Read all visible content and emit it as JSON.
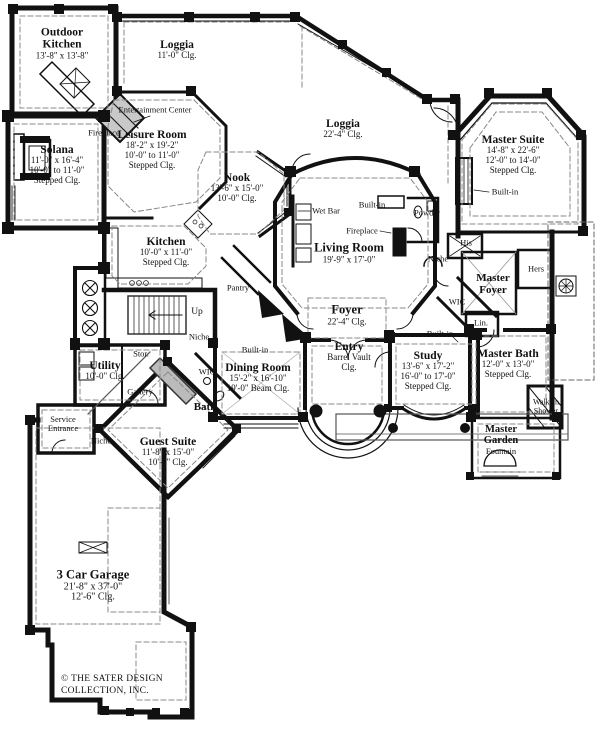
{
  "meta": {
    "ink": "#111111",
    "paper": "#ffffff"
  },
  "rooms": {
    "outdoor_kitchen": {
      "name": "Outdoor Kitchen",
      "dims": "13'-8\" x 13'-8\""
    },
    "loggia_top": {
      "name": "Loggia",
      "clg": "11'-0\" Clg."
    },
    "solana": {
      "name": "Solana",
      "dims": "11'-0\" x 16'-4\"",
      "clg1": "10'-0\" to 11'-0\"",
      "clg2": "Stepped Clg."
    },
    "leisure_room": {
      "name": "Leisure Room",
      "dims": "18'-2\" x 19'-2\"",
      "clg1": "10'-0\" to 11'-0\"",
      "clg2": "Stepped Clg."
    },
    "nook": {
      "name": "Nook",
      "dims": "13'-6\" x 15'-0\"",
      "clg": "10'-0\" Clg."
    },
    "kitchen": {
      "name": "Kitchen",
      "dims": "10'-0\" x 11'-0\"",
      "clg": "Stepped Clg."
    },
    "loggia_main": {
      "name": "Loggia",
      "clg": "22'-4\" Clg."
    },
    "master_suite": {
      "name": "Master Suite",
      "dims": "14'-8\" x 22'-6\"",
      "clg1": "12'-0\" to 14'-0\"",
      "clg2": "Stepped Clg."
    },
    "living_room": {
      "name": "Living Room",
      "dims": "19'-9\" x 17'-0\""
    },
    "foyer": {
      "name": "Foyer",
      "clg": "22'-4\" Clg."
    },
    "entry": {
      "name": "Entry",
      "clg1": "Barrel Vault",
      "clg2": "Clg."
    },
    "study": {
      "name": "Study",
      "dims": "13'-6\" x 17'-2\"",
      "clg1": "16'-0\" to 17'-0\"",
      "clg2": "Stepped Clg."
    },
    "master_bath": {
      "name": "Master Bath",
      "dims": "12'-0\" x 13'-0\"",
      "clg": "Stepped Clg."
    },
    "master_foyer": {
      "name": "Master Foyer"
    },
    "master_garden": {
      "name": "Master Garden",
      "feature": "Fountain"
    },
    "dining_room": {
      "name": "Dining Room",
      "dims": "15'-2\" x 16'-10\"",
      "clg": "19'-0\" Beam Clg."
    },
    "guest_suite": {
      "name": "Guest Suite",
      "dims": "11'-8\" x 15'-0\"",
      "clg": "10'-0\" Clg."
    },
    "utility": {
      "name": "Utility",
      "clg": "10'-0\" Clg."
    },
    "bath": {
      "name": "Bath"
    },
    "garage": {
      "name": "3 Car Garage",
      "dims": "21'-8\" x 37'-0\"",
      "clg": "12'-6\" Clg."
    }
  },
  "annotations": {
    "entertainment_center": "Entertainment Center",
    "fireplace_solana": "Fireplace",
    "fireplace_living": "Fireplace",
    "wet_bar": "Wet Bar",
    "built_in_living": "Built-in",
    "built_in_master": "Built-in",
    "built_in_study": "Built-in",
    "built_in_dining": "Built-in",
    "powder": "Powder",
    "his": "His",
    "hers": "Hers",
    "niche_living": "Niche",
    "niche_stair": "Niche",
    "niche_guest": "Niche",
    "wic_master": "WIC",
    "wic_guest": "WIC",
    "linen": "Lin.",
    "up": "Up",
    "pantry": "Pantry",
    "storage": "Stor.",
    "gallery": "Gallery",
    "service_entrance": "Service Entrance",
    "walk_in_shower": "Walk-In Shower"
  },
  "footer": {
    "copyright1": "© THE SATER DESIGN",
    "copyright2": "COLLECTION, INC."
  }
}
